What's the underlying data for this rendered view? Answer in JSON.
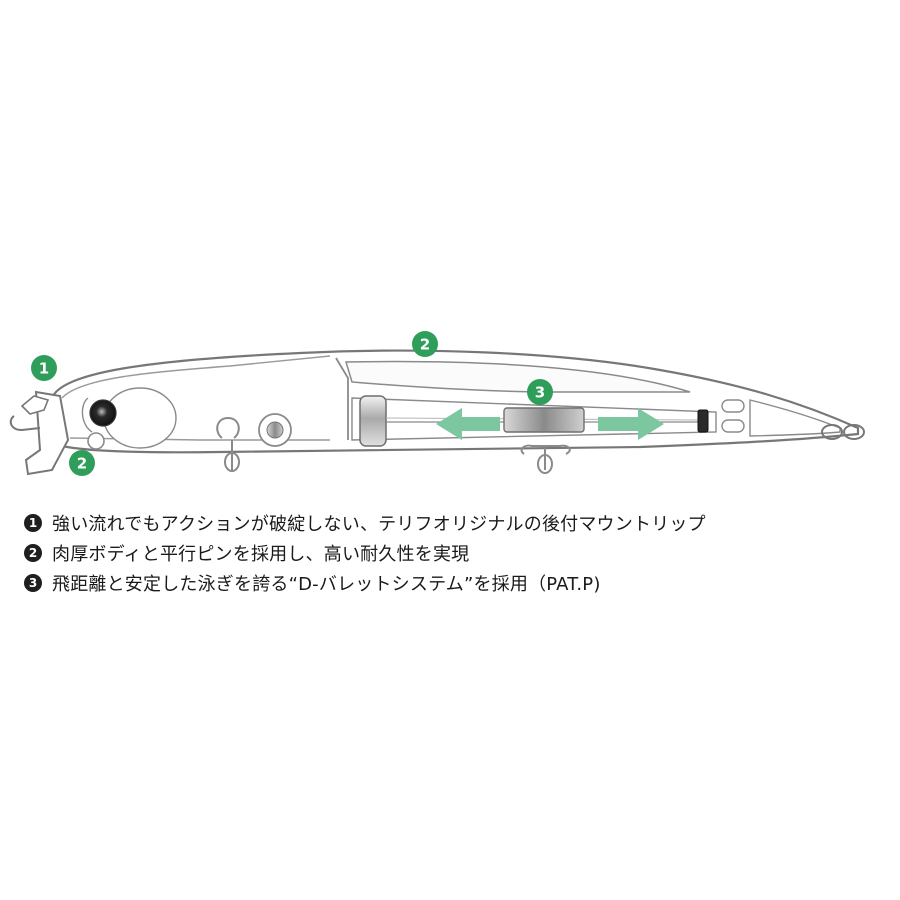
{
  "markers": {
    "lip": "1",
    "body_top": "2",
    "body_bottom": "2",
    "bullet": "3"
  },
  "notes": [
    {
      "badge": "1",
      "text": "強い流れでもアクションが破綻しない、テリフオリジナルの後付マウントリップ"
    },
    {
      "badge": "2",
      "text": "肉厚ボディと平行ピンを採用し、高い耐久性を実現"
    },
    {
      "badge": "3",
      "text": "飛距離と安定した泳ぎを誇る“D-バレットシステム”を採用（PAT.P)"
    }
  ],
  "colors": {
    "outline": "#777777",
    "marker_green": "#2e9e5a",
    "arrow_green": "#7cc7a0",
    "badge_dark": "#1f1f1f"
  }
}
